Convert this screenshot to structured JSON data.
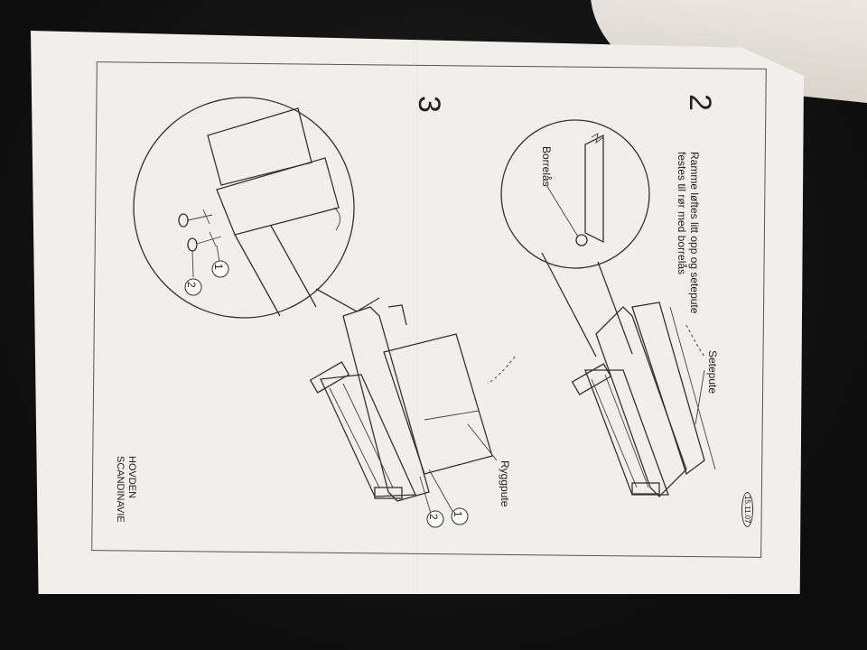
{
  "steps": [
    {
      "number": "2",
      "instruction_lines": [
        "Ramme løftes litt opp og setepute",
        "festes til rør med borrelås"
      ],
      "labels": {
        "detail": "Borrelås",
        "cushion": "Setepute"
      }
    },
    {
      "number": "3",
      "labels": {
        "back_cushion": "Ryggpute"
      },
      "callouts": [
        "1",
        "2"
      ]
    }
  ],
  "footer": {
    "brand_line1": "HOVDEN",
    "brand_line2": "SCANDINAVIE"
  },
  "date_badge": "15.11.07"
}
